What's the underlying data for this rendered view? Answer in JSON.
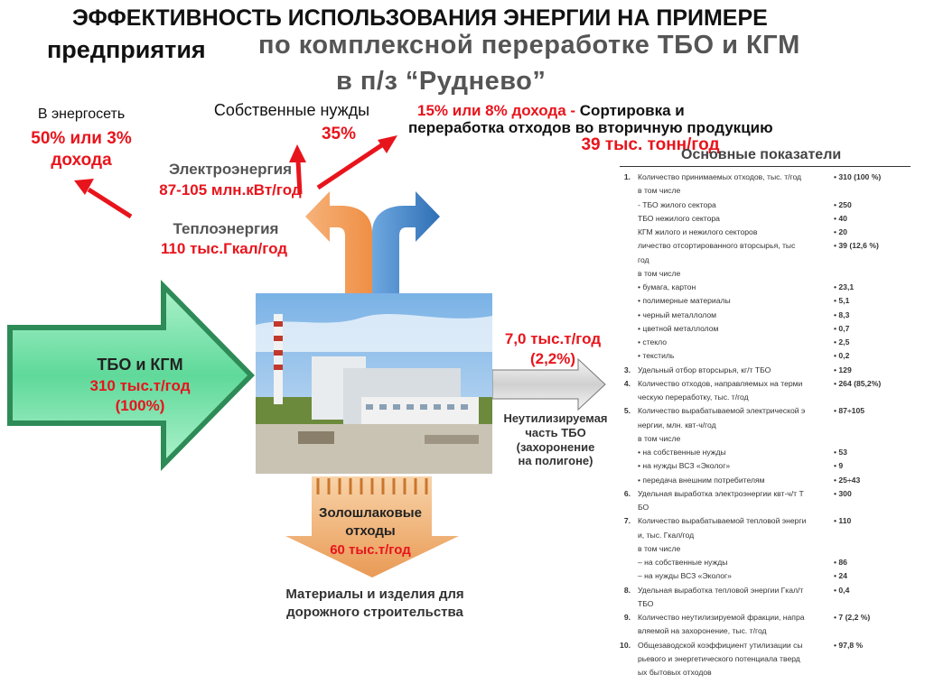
{
  "title": {
    "line1": "ЭФФЕКТИВНОСТЬ ИСПОЛЬЗОВАНИЯ ЭНЕРГИИ НА ПРИМЕРЕ",
    "line2": "предприятия",
    "line3": "по комплексной переработке ТБО и КГМ",
    "line4": "в п/з “Руднево”"
  },
  "flows": {
    "grid": {
      "label": "В энергосеть",
      "value_line1": "50% или 3%",
      "value_line2": "дохода"
    },
    "own_needs": {
      "label": "Собственные нужды",
      "value": "35%"
    },
    "sorting": {
      "highlight": "15% или 8% дохода -",
      "label_rest": "Сортировка и",
      "line2": "переработка отходов во вторичную продукцию",
      "line3": "39 тыс. тонн/год"
    },
    "electricity": {
      "label": "Электроэнергия",
      "value": "87-105 млн.кВт/год"
    },
    "heat": {
      "label": "Теплоэнергия",
      "value": "110  тыс.Гкал/год"
    },
    "input": {
      "label": "ТБО и КГМ",
      "value1": "310  тыс.т/год",
      "value2": "(100%)"
    },
    "residue": {
      "value1": "7,0 тыс.т/год",
      "value2": "(2,2%)",
      "l1": "Неутилизируемая",
      "l2": "часть ТБО",
      "l3": "(захоронение",
      "l4": "на полигоне)"
    },
    "ash": {
      "l1": "Золошлаковые",
      "l2": "отходы",
      "value": "60  тыс.т/год"
    },
    "materials": {
      "l1": "Материалы и изделия для",
      "l2": "дорожного строительства"
    }
  },
  "indicators": {
    "title": "Основные показатели",
    "rows": [
      {
        "num": "1.",
        "text": "Количество принимаемых отходов, тыс. т/год",
        "value": "•  310 (100 %)"
      },
      {
        "num": "",
        "text": "в том числе",
        "value": ""
      },
      {
        "num": "",
        "text": "-  ТБО жилого сектора",
        "value": "•  250"
      },
      {
        "num": "",
        "text": "   ТБО нежилого сектора",
        "value": "•  40"
      },
      {
        "num": "",
        "text": "   КГМ жилого и нежилого секторов",
        "value": "•  20"
      },
      {
        "num": "",
        "text": "   личество отсортированного вторсырья, тыс",
        "value": "•  39 (12,6 %)"
      },
      {
        "num": "",
        "text": "   год",
        "value": ""
      },
      {
        "num": "",
        "text": "в том числе",
        "value": ""
      },
      {
        "num": "",
        "text": "•  бумага, картон",
        "value": "•  23,1"
      },
      {
        "num": "",
        "text": "•  полимерные материалы",
        "value": "•  5,1"
      },
      {
        "num": "",
        "text": "•  черный металлолом",
        "value": "•  8,3"
      },
      {
        "num": "",
        "text": "•  цветной металлолом",
        "value": "•  0,7"
      },
      {
        "num": "",
        "text": "•  стекло",
        "value": "•  2,5"
      },
      {
        "num": "",
        "text": "•  текстиль",
        "value": "•  0,2"
      },
      {
        "num": "3.",
        "text": "Удельный отбор вторсырья, кг/т ТБО",
        "value": "•  129"
      },
      {
        "num": "4.",
        "text": "Количество отходов, направляемых на терми",
        "value": "•  264 (85,2%)"
      },
      {
        "num": "",
        "text": "ческую переработку, тыс. т/год",
        "value": ""
      },
      {
        "num": "5.",
        "text": "Количество вырабатываемой электрической э",
        "value": "•  87÷105"
      },
      {
        "num": "",
        "text": "нергии, млн. квт-ч/год",
        "value": ""
      },
      {
        "num": "",
        "text": "в том числе",
        "value": ""
      },
      {
        "num": "",
        "text": "•  на собственные нужды",
        "value": "•  53"
      },
      {
        "num": "",
        "text": "•  на нужды ВСЗ «Эколог»",
        "value": "•  9"
      },
      {
        "num": "",
        "text": "•  передача внешним потребителям",
        "value": "•  25÷43"
      },
      {
        "num": "6.",
        "text": "Удельная выработка электроэнергии квт-ч/т Т",
        "value": "•  300"
      },
      {
        "num": "",
        "text": "БО",
        "value": ""
      },
      {
        "num": "7.",
        "text": "Количество вырабатываемой тепловой энерги",
        "value": "•  110"
      },
      {
        "num": "",
        "text": "и, тыс. Гкал/год",
        "value": ""
      },
      {
        "num": "",
        "text": "в том числе",
        "value": ""
      },
      {
        "num": "",
        "text": "–  на собственные нужды",
        "value": "•  86"
      },
      {
        "num": "",
        "text": "–  на нужды ВСЗ «Эколог»",
        "value": "•  24"
      },
      {
        "num": "8.",
        "text": "Удельная выработка тепловой энергии Гкал/т",
        "value": "•  0,4"
      },
      {
        "num": "",
        "text": "ТБО",
        "value": ""
      },
      {
        "num": "9.",
        "text": "Количество неутилизируемой фракции, напра",
        "value": "•  7 (2,2 %)"
      },
      {
        "num": "",
        "text": "вляемой на захоронение, тыс. т/год",
        "value": ""
      },
      {
        "num": "10.",
        "text": "Общезаводской коэффициент утилизации сы",
        "value": "•  97,8 %"
      },
      {
        "num": "",
        "text": "рьевого и энергетического потенциала тверд",
        "value": ""
      },
      {
        "num": "",
        "text": "ых бытовых отходов",
        "value": ""
      }
    ]
  },
  "colors": {
    "accent_red": "#e8141c",
    "orange_arrow": "#f29a55",
    "blue_arrow": "#3b7fc4",
    "green_arrow": "#5fd99a",
    "gray_text": "#555555"
  }
}
